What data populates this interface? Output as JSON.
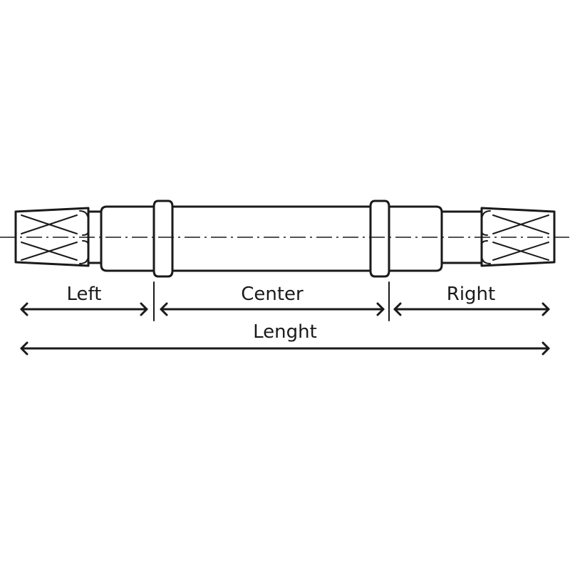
{
  "labels": {
    "left": "Left",
    "center": "Center",
    "right": "Right",
    "length": "Lenght"
  },
  "colors": {
    "ink": "#1a1a1a",
    "background": "#ffffff"
  }
}
